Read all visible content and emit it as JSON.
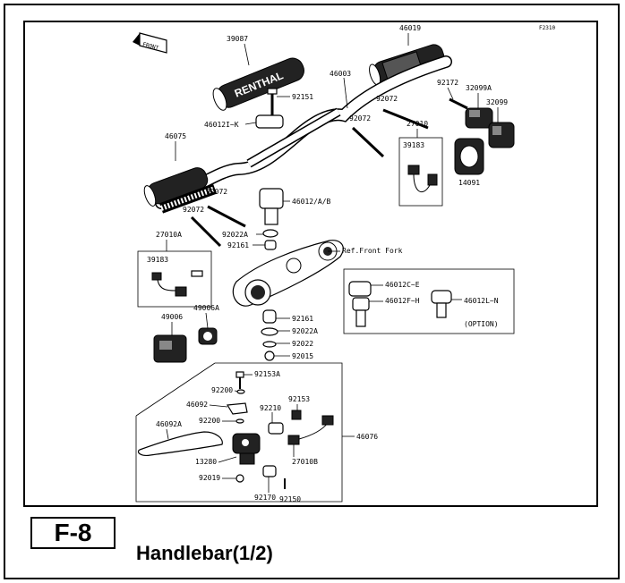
{
  "figure": {
    "code": "F-8",
    "title": "Handlebar(1/2)",
    "drawing_number": "F2310",
    "front_marker": "FRONT"
  },
  "grip_branding": "RENTHAL",
  "labels": {
    "p39087": "39087",
    "p46019": "46019",
    "p46003": "46003",
    "p92151": "92151",
    "p46012i_k": "46012I~K",
    "p46075": "46075",
    "p92072_a": "92072",
    "p92072_b": "92072",
    "p92072_c": "92072",
    "p92072_d": "92072",
    "p92172": "92172",
    "p32099a": "32099A",
    "p32099": "32099",
    "p27010": "27010",
    "p39183_a": "39183",
    "p14091": "14091",
    "p46012ab": "46012/A/B",
    "p27010a": "27010A",
    "p92022a_a": "92022A",
    "p92161_a": "92161",
    "ref_fork": "Ref.Front Fork",
    "p39183_b": "39183",
    "p49006": "49006",
    "p49006a": "49006A",
    "p46012c_e": "46012C~E",
    "p46012f_h": "46012F~H",
    "p46012l_n": "46012L~N",
    "option": "(OPTION)",
    "p92161_b": "92161",
    "p92022a_b": "92022A",
    "p92022": "92022",
    "p92015": "92015",
    "p92153a": "92153A",
    "p92200_a": "92200",
    "p46092": "46092",
    "p92200_b": "92200",
    "p92210": "92210",
    "p92153": "92153",
    "p46092a": "46092A",
    "p46076": "46076",
    "p13280": "13280",
    "p27010b": "27010B",
    "p92019": "92019",
    "p92170": "92170",
    "p92150": "92150"
  }
}
